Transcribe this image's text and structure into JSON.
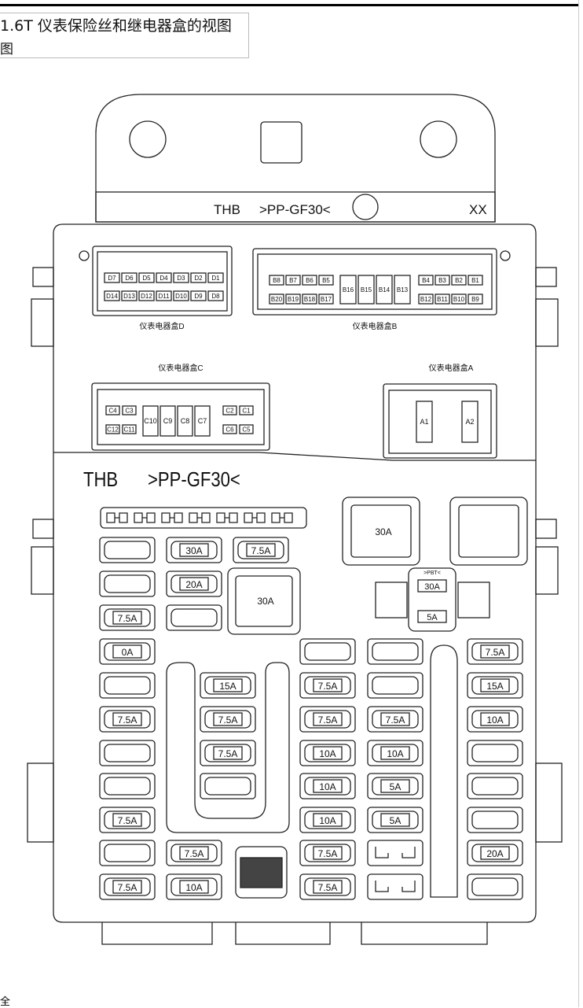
{
  "header": {
    "title": "1.6T 仪表保险丝和继电器盒的视图",
    "subtitle": "图"
  },
  "diagram": {
    "top_marking": {
      "brand": "THB",
      "part": ">PP-GF30<",
      "code": "XX"
    },
    "body_marking": {
      "brand": "THB",
      "part": ">PP-GF30<"
    },
    "connector_D": {
      "label": "仪表电器盒D",
      "top_row": [
        "D7",
        "D6",
        "D5",
        "D4",
        "D3",
        "D2",
        "D1"
      ],
      "bottom_row": [
        "D14",
        "D13",
        "D12",
        "D11",
        "D10",
        "D9",
        "D8"
      ]
    },
    "connector_B": {
      "label": "仪表电器盒B",
      "left_top": [
        "B8",
        "B7",
        "B6",
        "B5"
      ],
      "left_bottom": [
        "B20",
        "B19",
        "B18",
        "B17"
      ],
      "middle": [
        "B16",
        "B15",
        "B14",
        "B13"
      ],
      "right_top": [
        "B4",
        "B3",
        "B2",
        "B1"
      ],
      "right_bottom": [
        "B12",
        "B11",
        "B10",
        "B9"
      ]
    },
    "connector_C": {
      "label": "仪表电器盒C",
      "left_top": [
        "C4",
        "C3"
      ],
      "left_bottom": [
        "C12",
        "C11"
      ],
      "middle": [
        "C10",
        "C9",
        "C8",
        "C7"
      ],
      "right_top": [
        "C2",
        "C1"
      ],
      "right_bottom": [
        "C6",
        "C5"
      ]
    },
    "connector_A": {
      "label": "仪表电器盒A",
      "pins": [
        "A1",
        "A2"
      ]
    },
    "relays": {
      "mid": "30A",
      "top_left": "30A",
      "top_right": "",
      "small_top": "30A",
      "small_bottom": "5A",
      "small_mark": ">PBT<"
    },
    "fuses": {
      "r0": [
        "",
        "30A",
        "7.5A"
      ],
      "r1": [
        "",
        "20A"
      ],
      "r2": [
        "7.5A",
        ""
      ],
      "r3": [
        "0A",
        "",
        "",
        "7.5A"
      ],
      "r4": [
        "",
        "15A",
        "7.5A",
        "",
        "15A"
      ],
      "r5": [
        "7.5A",
        "7.5A",
        "7.5A",
        "7.5A",
        "10A"
      ],
      "r6": [
        "",
        "7.5A",
        "10A",
        "10A",
        ""
      ],
      "r7": [
        "",
        "",
        "10A",
        "5A",
        ""
      ],
      "r8": [
        "7.5A",
        "10A",
        "5A",
        ""
      ],
      "r9": [
        "",
        "7.5A",
        "7.5A",
        "20A"
      ],
      "r10": [
        "7.5A",
        "10A",
        "7.5A",
        ""
      ]
    }
  },
  "footer": {
    "char": "全"
  }
}
